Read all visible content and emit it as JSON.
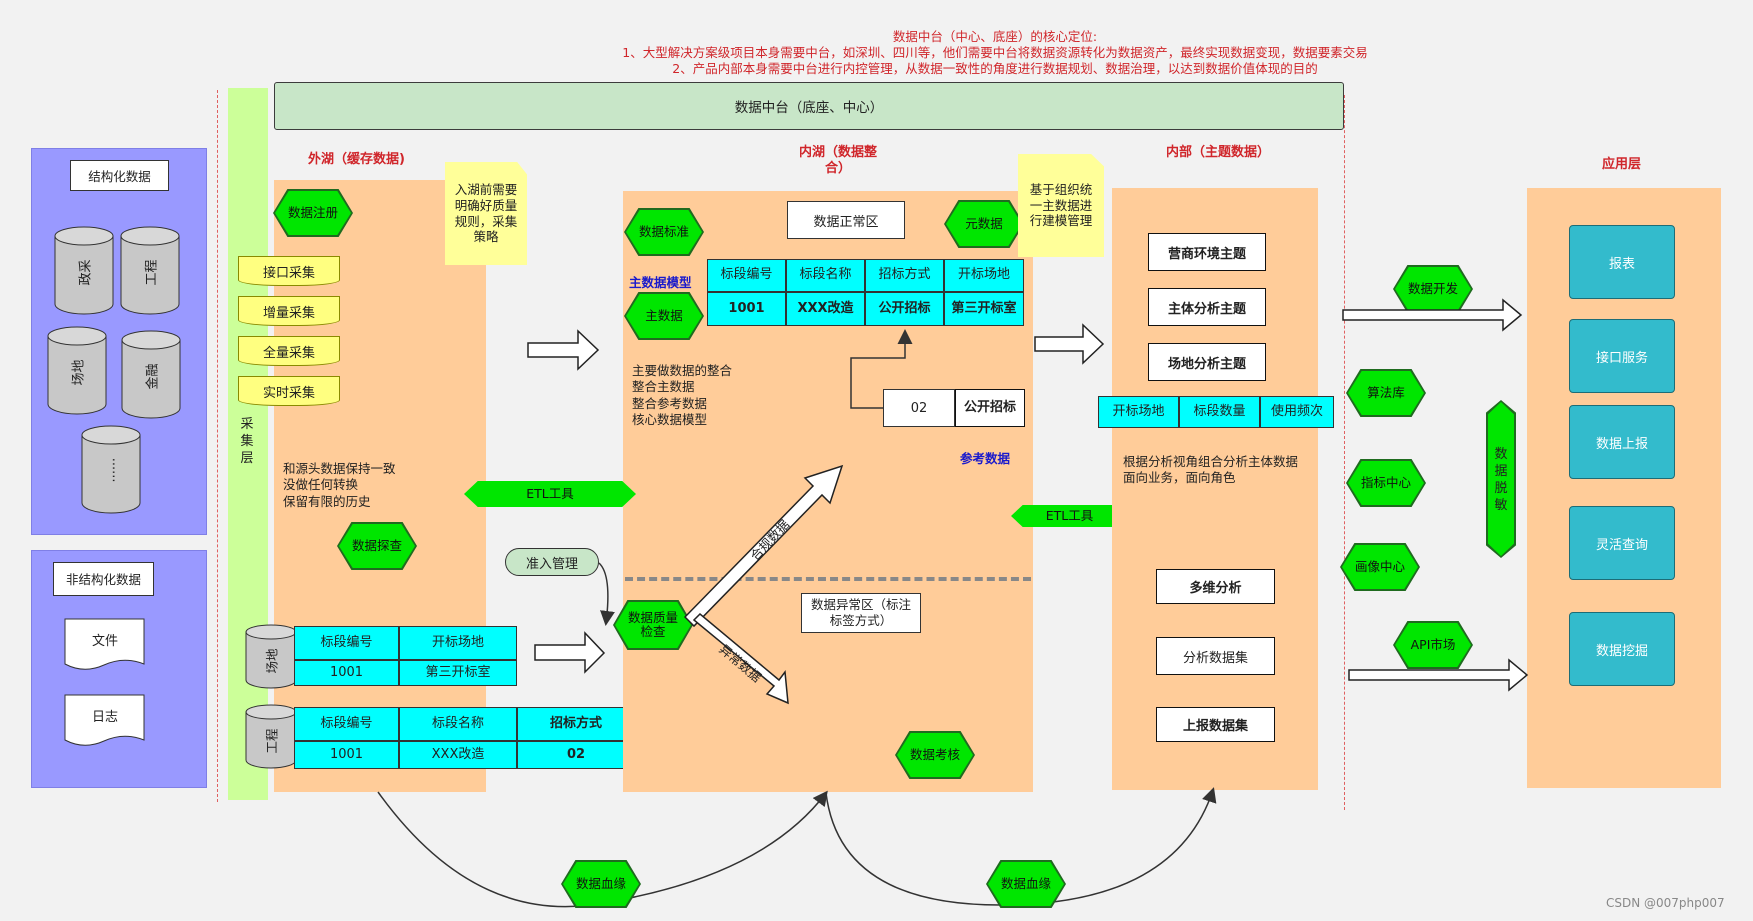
{
  "header": {
    "line1": "数据中台（中心、底座）的核心定位:",
    "line2": "1、大型解决方案级项目本身需要中台，如深圳、四川等，他们需要中台将数据资源转化为数据资产，最终实现数据变现，数据要素交易",
    "line3": "2、产品内部本身需要中台进行内控管理，从数据一致性的角度进行数据规划、数据治理，以达到数据价值体现的目的"
  },
  "top_banner": "数据中台（底座、中心）",
  "collect_layer": "采集层",
  "sources": {
    "structured_title": "结构化数据",
    "structured_items": [
      "政采",
      "工程",
      "场地",
      "金融",
      "......"
    ],
    "unstructured_title": "非结构化数据",
    "unstructured_items": [
      "文件",
      "日志"
    ]
  },
  "outer_lake": {
    "title": "外湖（缓存数据)",
    "note": "入湖前需要明确好质量规则，采集策略",
    "register": "数据注册",
    "collect_methods": [
      "接口采集",
      "增量采集",
      "全量采集",
      "实时采集"
    ],
    "desc": [
      "和源头数据保持一致",
      "没做任何转换",
      "保留有限的历史"
    ],
    "explore": "数据探查",
    "table1": {
      "source": "场地",
      "headers": [
        "标段编号",
        "开标场地"
      ],
      "row": [
        "1001",
        "第三开标室"
      ]
    },
    "table2": {
      "source": "工程",
      "headers": [
        "标段编号",
        "标段名称",
        "招标方式"
      ],
      "row": [
        "1001",
        "XXX改造",
        "02"
      ]
    }
  },
  "etl1": "ETL工具",
  "access": "准入管理",
  "inner_lake": {
    "title": "内湖（数据整合）",
    "standard": "数据标准",
    "normal_zone": "数据正常区",
    "meta": "元数据",
    "master_model": "主数据模型",
    "master_data": "主数据",
    "headers": [
      "标段编号",
      "标段名称",
      "招标方式",
      "开标场地"
    ],
    "row": [
      "1001",
      "XXX改造",
      "公开招标",
      "第三开标室"
    ],
    "desc": [
      "主要做数据的整合",
      "整合主数据",
      "整合参考数据",
      "核心数据模型"
    ],
    "ref_pair": [
      "02",
      "公开招标"
    ],
    "ref_label": "参考数据",
    "quality": "数据质量检查",
    "ok_label": "合规数据",
    "bad_label": "异常数据",
    "abnormal_zone": "数据异常区（标注标签方式）",
    "audit": "数据考核"
  },
  "org_note": "基于组织统一主数据进行建模管理",
  "etl2": "ETL工具",
  "inner_dept": {
    "title": "内部（主题数据）",
    "themes": [
      "营商环境主题",
      "主体分析主题",
      "场地分析主题"
    ],
    "metrics": [
      "开标场地",
      "标段数量",
      "使用频次"
    ],
    "desc": [
      "根据分析视角组合分析主体数据",
      "面向业务，面向角色"
    ],
    "outputs": [
      "多维分析",
      "分析数据集",
      "上报数据集"
    ]
  },
  "services": {
    "dev": "数据开发",
    "algo": "算法库",
    "metric_center": "指标中心",
    "profile_center": "画像中心",
    "api_market": "API市场",
    "desensitize": "数据脱敏"
  },
  "app_layer": {
    "title": "应用层",
    "items": [
      "报表",
      "接口服务",
      "数据上报",
      "灵活查询",
      "数据挖掘"
    ]
  },
  "lineage": [
    "数据血缘",
    "数据血缘"
  ],
  "watermark": "CSDN @007php007"
}
